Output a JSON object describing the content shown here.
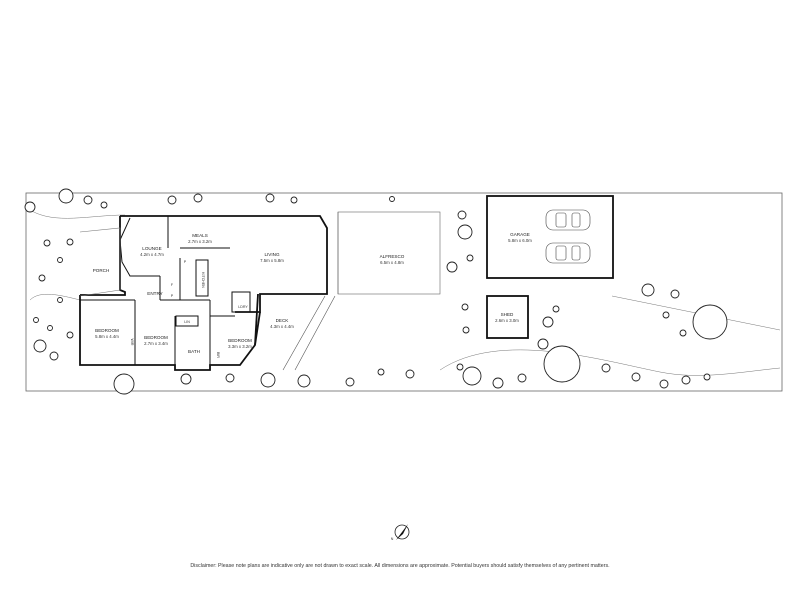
{
  "plan": {
    "rooms": [
      {
        "id": "porch",
        "name": "PORCH",
        "dims": ""
      },
      {
        "id": "lounge",
        "name": "LOUNGE",
        "dims": "4.2m x 4.7m"
      },
      {
        "id": "meals",
        "name": "MEALS",
        "dims": "2.7m x 3.2m"
      },
      {
        "id": "living",
        "name": "LIVING",
        "dims": "7.5m x 5.8m"
      },
      {
        "id": "entry",
        "name": "ENTRY",
        "dims": ""
      },
      {
        "id": "kitchen",
        "name": "KITCHEN",
        "dims": ""
      },
      {
        "id": "alfresco",
        "name": "ALFRESCO",
        "dims": "6.5m x 4.8m"
      },
      {
        "id": "garage",
        "name": "GARAGE",
        "dims": "5.8m x 6.0m"
      },
      {
        "id": "shed",
        "name": "SHED",
        "dims": "2.6m x 3.0m"
      },
      {
        "id": "bed1",
        "name": "BEDROOM",
        "dims": "5.8m x 4.4m"
      },
      {
        "id": "bed2",
        "name": "BEDROOM",
        "dims": "2.7m x 3.4m"
      },
      {
        "id": "bed3",
        "name": "BEDROOM",
        "dims": "3.3m x 3.2m"
      },
      {
        "id": "deck",
        "name": "DECK",
        "dims": "4.3m x 4.4m"
      },
      {
        "id": "bath",
        "name": "BATH",
        "dims": ""
      },
      {
        "id": "lin",
        "name": "LIN",
        "dims": ""
      },
      {
        "id": "ldry",
        "name": "LDRY",
        "dims": ""
      }
    ],
    "fixtures": {
      "wir": "WIR",
      "bir": "BIR",
      "fridge": "F",
      "pantry": "P",
      "pantry2": "P"
    }
  },
  "disclaimer": "Disclaimer: Please note plans are indicative only are not drawn to exact scale. All dimensions are approximate. Potential buyers should satisfy themselves of any pertinent matters.",
  "colors": {
    "wall": "#111111",
    "line": "#555555",
    "tree": "#222222"
  }
}
